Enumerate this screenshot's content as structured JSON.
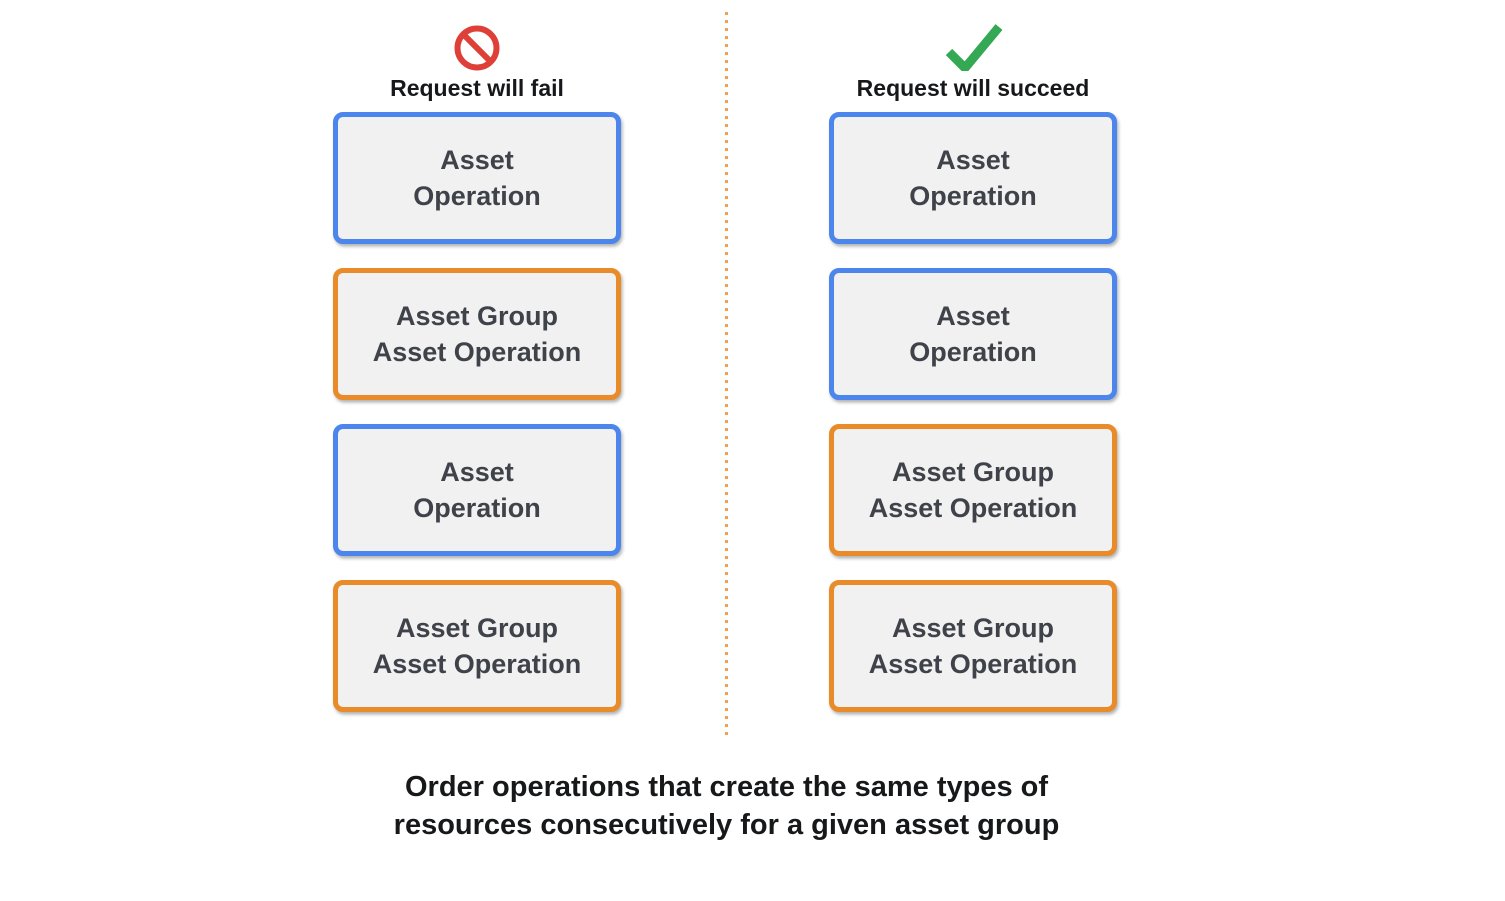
{
  "columns": [
    {
      "icon": "prohibition-icon",
      "header": "Request will fail",
      "boxes": [
        {
          "type": "asset-operation",
          "border_color": "blue",
          "lines": [
            "Asset",
            "Operation"
          ]
        },
        {
          "type": "asset-group-asset-operation",
          "border_color": "orange",
          "lines": [
            "Asset Group",
            "Asset Operation"
          ]
        },
        {
          "type": "asset-operation",
          "border_color": "blue",
          "lines": [
            "Asset",
            "Operation"
          ]
        },
        {
          "type": "asset-group-asset-operation",
          "border_color": "orange",
          "lines": [
            "Asset Group",
            "Asset Operation"
          ]
        }
      ]
    },
    {
      "icon": "checkmark-icon",
      "header": "Request will succeed",
      "boxes": [
        {
          "type": "asset-operation",
          "border_color": "blue",
          "lines": [
            "Asset",
            "Operation"
          ]
        },
        {
          "type": "asset-operation",
          "border_color": "blue",
          "lines": [
            "Asset",
            "Operation"
          ]
        },
        {
          "type": "asset-group-asset-operation",
          "border_color": "orange",
          "lines": [
            "Asset Group",
            "Asset Operation"
          ]
        },
        {
          "type": "asset-group-asset-operation",
          "border_color": "orange",
          "lines": [
            "Asset Group",
            "Asset Operation"
          ]
        }
      ]
    }
  ],
  "caption": {
    "lines": [
      "Order operations that create the same types of",
      "resources consecutively for a given asset group"
    ]
  },
  "colors": {
    "blue_border": "#4C86EC",
    "orange_border": "#E88B28",
    "box_fill": "#F1F1F2",
    "label_text": "#3F4349",
    "heading_text": "#17181A",
    "check_green": "#34A853",
    "prohibit_red": "#DE4037",
    "divider_orange": "#EDA255"
  }
}
